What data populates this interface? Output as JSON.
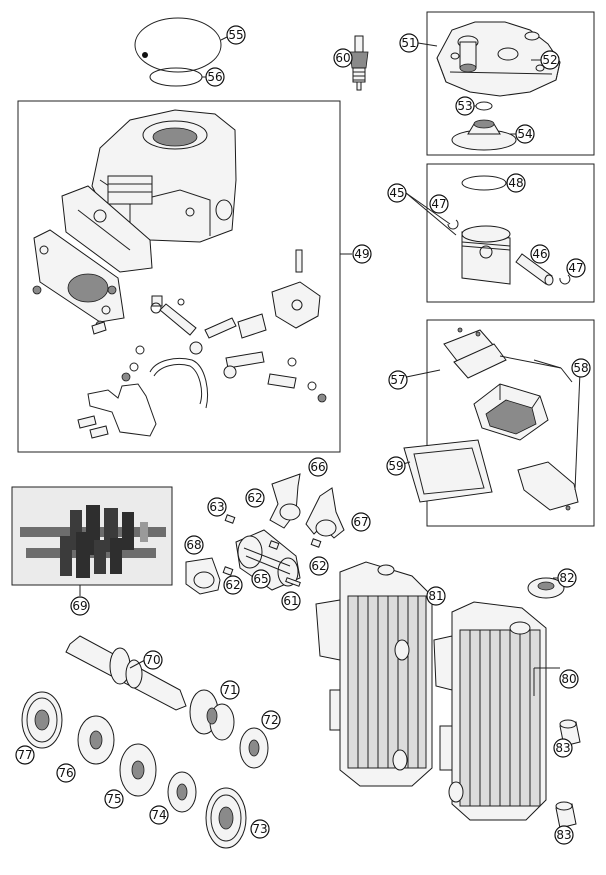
{
  "callouts": {
    "c45": "45",
    "c46": "46",
    "c47a": "47",
    "c47b": "47",
    "c48": "48",
    "c49": "49",
    "c51": "51",
    "c52": "52",
    "c53": "53",
    "c54": "54",
    "c55": "55",
    "c56": "56",
    "c57": "57",
    "c58": "58",
    "c59": "59",
    "c60": "60",
    "c61": "61",
    "c62a": "62",
    "c62b": "62",
    "c62c": "62",
    "c63": "63",
    "c65": "65",
    "c66": "66",
    "c67": "67",
    "c68": "68",
    "c69": "69",
    "c70": "70",
    "c71": "71",
    "c72": "72",
    "c73": "73",
    "c74": "74",
    "c75": "75",
    "c76": "76",
    "c77": "77",
    "c80": "80",
    "c81": "81",
    "c82": "82",
    "c83a": "83",
    "c83b": "83"
  }
}
